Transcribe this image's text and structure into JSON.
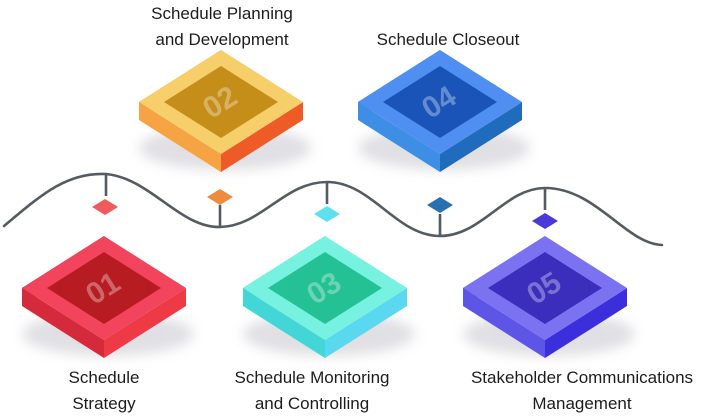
{
  "steps": [
    {
      "number": "01",
      "lines": [
        "Schedule",
        "Strategy"
      ],
      "position": "bottom",
      "colors": {
        "top": "#f2445c",
        "inset": "#b71c22",
        "left": "#d52a3c",
        "right": "#ee3a45",
        "marker": "#f05a5a"
      }
    },
    {
      "number": "02",
      "lines": [
        "Schedule Planning",
        "and Development"
      ],
      "position": "top",
      "colors": {
        "top": "#f7cf6a",
        "inset": "#c48e19",
        "left": "#f6a343",
        "right": "#ee5b26",
        "marker": "#f08a3c"
      }
    },
    {
      "number": "03",
      "lines": [
        "Schedule Monitoring",
        "and Controlling"
      ],
      "position": "bottom",
      "colors": {
        "top": "#78f2e0",
        "inset": "#23c193",
        "left": "#43d6d6",
        "right": "#5ad8ef",
        "marker": "#5fe0ee"
      }
    },
    {
      "number": "04",
      "lines": [
        "Schedule Closeout"
      ],
      "position": "top",
      "colors": {
        "top": "#4f8ff2",
        "inset": "#1a54b8",
        "left": "#3f8ee6",
        "right": "#1f6cbd",
        "marker": "#2b6fb3"
      }
    },
    {
      "number": "05",
      "lines": [
        "Stakeholder Communications",
        "Management"
      ],
      "position": "bottom",
      "colors": {
        "top": "#7b72f2",
        "inset": "#3b2ebd",
        "left": "#5d55e6",
        "right": "#3b2edb",
        "marker": "#4a38d8"
      }
    }
  ],
  "timeline_color": "#555b62"
}
